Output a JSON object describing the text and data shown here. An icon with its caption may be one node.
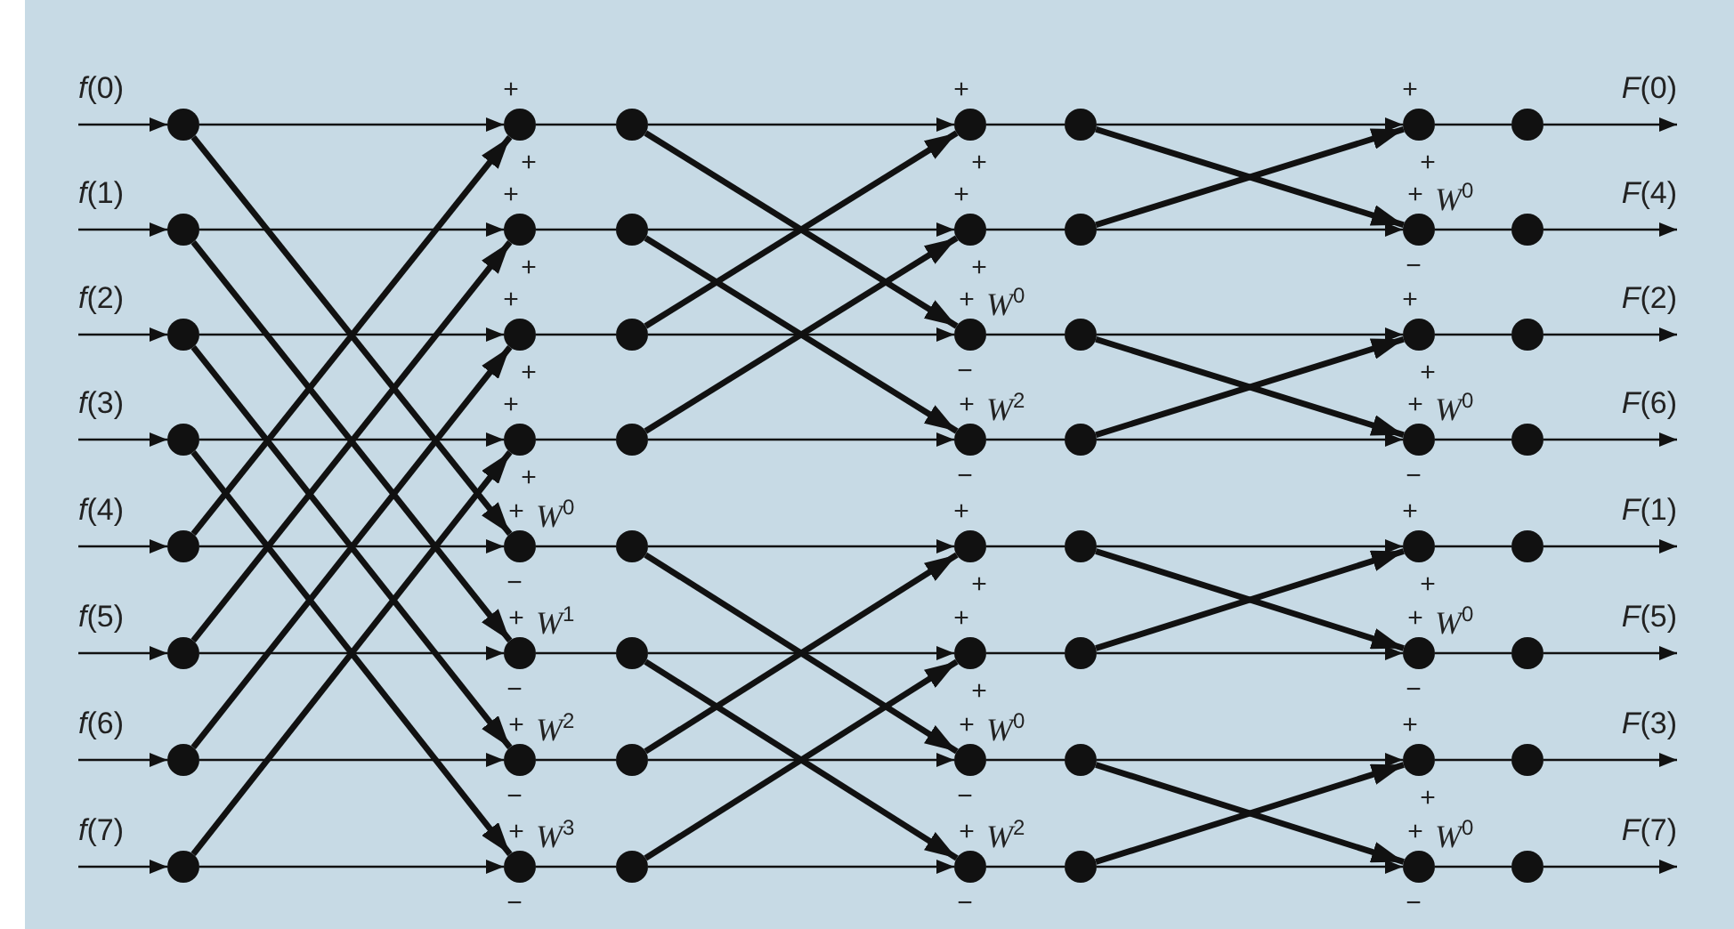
{
  "diagram": {
    "nodes": [
      {
        "text": [
          "*f*(0)"
        ]
      },
      {
        "text": [
          "*f*(1)"
        ]
      },
      {
        "text": [
          "*f*(2)"
        ]
      },
      {
        "text": [
          "*f*(3)"
        ]
      },
      {
        "text": [
          "*f*(4)"
        ]
      },
      {
        "text": [
          "*f*(5)"
        ]
      },
      {
        "text": [
          "*f*(6)"
        ]
      },
      {
        "text": [
          "*f*(7)"
        ]
      },
      {
        "text": [],
        "shape": "circle"
      },
      {
        "text": [],
        "shape": "circle"
      },
      {
        "text": [],
        "shape": "circle"
      },
      {
        "text": [],
        "shape": "circle"
      },
      {
        "text": [],
        "shape": "circle"
      },
      {
        "text": [],
        "shape": "circle"
      },
      {
        "text": [],
        "shape": "circle"
      },
      {
        "text": [],
        "shape": "circle"
      },
      {
        "text": [],
        "shape": "circle",
        "beside": [
          "+",
          "+"
        ]
      },
      {
        "text": [],
        "shape": "circle",
        "beside": [
          "+",
          "+"
        ]
      },
      {
        "text": [],
        "shape": "circle",
        "beside": [
          "+",
          "+"
        ]
      },
      {
        "text": [],
        "shape": "circle",
        "beside": [
          "+",
          "+"
        ]
      },
      {
        "text": [],
        "shape": "circle",
        "beside": [
          "+",
          "*W*$^{0}$",
          "−"
        ]
      },
      {
        "text": [],
        "shape": "circle",
        "beside": [
          "+",
          "*W*$^{1}$",
          "−"
        ]
      },
      {
        "text": [],
        "shape": "circle",
        "beside": [
          "+",
          "*W*$^{2}$",
          "−"
        ]
      },
      {
        "text": [],
        "shape": "circle",
        "beside": [
          "+",
          "*W*$^{3}$",
          "−"
        ]
      },
      {
        "text": [],
        "shape": "circle"
      },
      {
        "text": [],
        "shape": "circle"
      },
      {
        "text": [],
        "shape": "circle"
      },
      {
        "text": [],
        "shape": "circle"
      },
      {
        "text": [],
        "shape": "circle"
      },
      {
        "text": [],
        "shape": "circle"
      },
      {
        "text": [],
        "shape": "circle"
      },
      {
        "text": [],
        "shape": "circle"
      },
      {
        "text": [],
        "shape": "circle",
        "beside": [
          "+",
          "+"
        ]
      },
      {
        "text": [],
        "shape": "circle",
        "beside": [
          "+",
          "+"
        ]
      },
      {
        "text": [],
        "shape": "circle",
        "beside": [
          "+",
          "*W*$^{0}$",
          "−"
        ]
      },
      {
        "text": [],
        "shape": "circle",
        "beside": [
          "+",
          "*W*$^{2}$",
          "−"
        ]
      },
      {
        "text": [],
        "shape": "circle",
        "beside": [
          "+",
          "+"
        ]
      },
      {
        "text": [],
        "shape": "circle",
        "beside": [
          "+",
          "+"
        ]
      },
      {
        "text": [],
        "shape": "circle",
        "beside": [
          "+",
          "*W*$^{0}$",
          "−"
        ]
      },
      {
        "text": [],
        "shape": "circle",
        "beside": [
          "+",
          "*W*$^{2}$",
          "−"
        ]
      },
      {
        "text": [],
        "shape": "circle"
      },
      {
        "text": [],
        "shape": "circle"
      },
      {
        "text": [],
        "shape": "circle"
      },
      {
        "text": [],
        "shape": "circle"
      },
      {
        "text": [],
        "shape": "circle"
      },
      {
        "text": [],
        "shape": "circle"
      },
      {
        "text": [],
        "shape": "circle"
      },
      {
        "text": [],
        "shape": "circle"
      },
      {
        "text": [],
        "shape": "circle",
        "beside": [
          "+",
          "+"
        ]
      },
      {
        "text": [],
        "shape": "circle",
        "beside": [
          "+",
          "*W*$^{0}$",
          "−"
        ]
      },
      {
        "text": [],
        "shape": "circle",
        "beside": [
          "+",
          "+"
        ]
      },
      {
        "text": [],
        "shape": "circle",
        "beside": [
          "+",
          "*W*$^{0}$",
          "−"
        ]
      },
      {
        "text": [],
        "shape": "circle",
        "beside": [
          "+",
          "+"
        ]
      },
      {
        "text": [],
        "shape": "circle",
        "beside": [
          "+",
          "*W*$^{0}$",
          "−"
        ]
      },
      {
        "text": [],
        "shape": "circle",
        "beside": [
          "+",
          "+"
        ]
      },
      {
        "text": [],
        "shape": "circle",
        "beside": [
          "+",
          "*W*$^{0}$",
          "−"
        ]
      },
      {
        "text": [],
        "shape": "circle"
      },
      {
        "text": [],
        "shape": "circle"
      },
      {
        "text": [],
        "shape": "circle"
      },
      {
        "text": [],
        "shape": "circle"
      },
      {
        "text": [],
        "shape": "circle"
      },
      {
        "text": [],
        "shape": "circle"
      },
      {
        "text": [],
        "shape": "circle"
      },
      {
        "text": [],
        "shape": "circle"
      },
      {
        "text": [
          "*F*(0)"
        ]
      },
      {
        "text": [
          "*F*(4)"
        ]
      },
      {
        "text": [
          "*F*(2)"
        ]
      },
      {
        "text": [
          "*F*(6)"
        ]
      },
      {
        "text": [
          "*F*(1)"
        ]
      },
      {
        "text": [
          "*F*(5)"
        ]
      },
      {
        "text": [
          "*F*(3)"
        ]
      },
      {
        "text": [
          "*F*(7)"
        ]
      }
    ],
    "edges": [
      {
        "from": 0,
        "to": 8,
        "arrow": "to"
      },
      {
        "from": 1,
        "to": 9,
        "arrow": "to"
      },
      {
        "from": 2,
        "to": 10,
        "arrow": "to"
      },
      {
        "from": 3,
        "to": 11,
        "arrow": "to"
      },
      {
        "from": 4,
        "to": 12,
        "arrow": "to"
      },
      {
        "from": 5,
        "to": 13,
        "arrow": "to"
      },
      {
        "from": 6,
        "to": 14,
        "arrow": "to"
      },
      {
        "from": 7,
        "to": 15,
        "arrow": "to"
      },
      {
        "from": 8,
        "to": 16,
        "arrow": "to"
      },
      {
        "from": 9,
        "to": 17,
        "arrow": "to"
      },
      {
        "from": 10,
        "to": 18,
        "arrow": "to"
      },
      {
        "from": 11,
        "to": 19,
        "arrow": "to"
      },
      {
        "from": 12,
        "to": 20,
        "arrow": "to"
      },
      {
        "from": 13,
        "to": 21,
        "arrow": "to"
      },
      {
        "from": 14,
        "to": 22,
        "arrow": "to"
      },
      {
        "from": 15,
        "to": 23,
        "arrow": "to"
      },
      {
        "from": 8,
        "to": 20,
        "arrow": "to",
        "style": "thick"
      },
      {
        "from": 9,
        "to": 21,
        "arrow": "to",
        "style": "thick"
      },
      {
        "from": 10,
        "to": 22,
        "arrow": "to",
        "style": "thick"
      },
      {
        "from": 11,
        "to": 23,
        "arrow": "to",
        "style": "thick"
      },
      {
        "from": 12,
        "to": 16,
        "arrow": "to",
        "style": "thick"
      },
      {
        "from": 13,
        "to": 17,
        "arrow": "to",
        "style": "thick"
      },
      {
        "from": 14,
        "to": 18,
        "arrow": "to",
        "style": "thick"
      },
      {
        "from": 15,
        "to": 19,
        "arrow": "to",
        "style": "thick"
      },
      {
        "from": 16,
        "to": 24,
        "arrow": "none"
      },
      {
        "from": 17,
        "to": 25,
        "arrow": "none"
      },
      {
        "from": 18,
        "to": 26,
        "arrow": "none"
      },
      {
        "from": 19,
        "to": 27,
        "arrow": "none"
      },
      {
        "from": 20,
        "to": 28,
        "arrow": "none"
      },
      {
        "from": 21,
        "to": 29,
        "arrow": "none"
      },
      {
        "from": 22,
        "to": 30,
        "arrow": "none"
      },
      {
        "from": 23,
        "to": 31,
        "arrow": "none"
      },
      {
        "from": 24,
        "to": 32,
        "arrow": "to"
      },
      {
        "from": 25,
        "to": 33,
        "arrow": "to"
      },
      {
        "from": 26,
        "to": 34,
        "arrow": "to"
      },
      {
        "from": 27,
        "to": 35,
        "arrow": "to"
      },
      {
        "from": 28,
        "to": 36,
        "arrow": "to"
      },
      {
        "from": 29,
        "to": 37,
        "arrow": "to"
      },
      {
        "from": 30,
        "to": 38,
        "arrow": "to"
      },
      {
        "from": 31,
        "to": 39,
        "arrow": "to"
      },
      {
        "from": 24,
        "to": 34,
        "arrow": "to",
        "style": "thick"
      },
      {
        "from": 25,
        "to": 35,
        "arrow": "to",
        "style": "thick"
      },
      {
        "from": 26,
        "to": 32,
        "arrow": "to",
        "style": "thick"
      },
      {
        "from": 27,
        "to": 33,
        "arrow": "to",
        "style": "thick"
      },
      {
        "from": 28,
        "to": 38,
        "arrow": "to",
        "style": "thick"
      },
      {
        "from": 29,
        "to": 39,
        "arrow": "to",
        "style": "thick"
      },
      {
        "from": 30,
        "to": 36,
        "arrow": "to",
        "style": "thick"
      },
      {
        "from": 31,
        "to": 37,
        "arrow": "to",
        "style": "thick"
      },
      {
        "from": 32,
        "to": 40,
        "arrow": "none"
      },
      {
        "from": 33,
        "to": 41,
        "arrow": "none"
      },
      {
        "from": 34,
        "to": 42,
        "arrow": "none"
      },
      {
        "from": 35,
        "to": 43,
        "arrow": "none"
      },
      {
        "from": 36,
        "to": 44,
        "arrow": "none"
      },
      {
        "from": 37,
        "to": 45,
        "arrow": "none"
      },
      {
        "from": 38,
        "to": 46,
        "arrow": "none"
      },
      {
        "from": 39,
        "to": 47,
        "arrow": "none"
      },
      {
        "from": 40,
        "to": 48,
        "arrow": "to"
      },
      {
        "from": 41,
        "to": 49,
        "arrow": "to"
      },
      {
        "from": 42,
        "to": 50,
        "arrow": "to"
      },
      {
        "from": 43,
        "to": 51,
        "arrow": "to"
      },
      {
        "from": 44,
        "to": 52,
        "arrow": "to"
      },
      {
        "from": 45,
        "to": 53,
        "arrow": "to"
      },
      {
        "from": 46,
        "to": 54,
        "arrow": "to"
      },
      {
        "from": 47,
        "to": 55,
        "arrow": "to"
      },
      {
        "from": 40,
        "to": 49,
        "arrow": "to",
        "style": "thick"
      },
      {
        "from": 41,
        "to": 48,
        "arrow": "to",
        "style": "thick"
      },
      {
        "from": 42,
        "to": 51,
        "arrow": "to",
        "style": "thick"
      },
      {
        "from": 43,
        "to": 50,
        "arrow": "to",
        "style": "thick"
      },
      {
        "from": 44,
        "to": 53,
        "arrow": "to",
        "style": "thick"
      },
      {
        "from": 45,
        "to": 52,
        "arrow": "to",
        "style": "thick"
      },
      {
        "from": 46,
        "to": 55,
        "arrow": "to",
        "style": "thick"
      },
      {
        "from": 47,
        "to": 54,
        "arrow": "to",
        "style": "thick"
      },
      {
        "from": 48,
        "to": 56,
        "arrow": "none"
      },
      {
        "from": 49,
        "to": 57,
        "arrow": "none"
      },
      {
        "from": 50,
        "to": 58,
        "arrow": "none"
      },
      {
        "from": 51,
        "to": 59,
        "arrow": "none"
      },
      {
        "from": 52,
        "to": 60,
        "arrow": "none"
      },
      {
        "from": 53,
        "to": 61,
        "arrow": "none"
      },
      {
        "from": 54,
        "to": 62,
        "arrow": "none"
      },
      {
        "from": 55,
        "to": 63,
        "arrow": "none"
      },
      {
        "from": 56,
        "to": 64,
        "arrow": "to"
      },
      {
        "from": 57,
        "to": 65,
        "arrow": "to"
      },
      {
        "from": 58,
        "to": 66,
        "arrow": "to"
      },
      {
        "from": 59,
        "to": 67,
        "arrow": "to"
      },
      {
        "from": 60,
        "to": 68,
        "arrow": "to"
      },
      {
        "from": 61,
        "to": 69,
        "arrow": "to"
      },
      {
        "from": 62,
        "to": 70,
        "arrow": "to"
      },
      {
        "from": 63,
        "to": 71,
        "arrow": "to"
      }
    ]
  }
}
